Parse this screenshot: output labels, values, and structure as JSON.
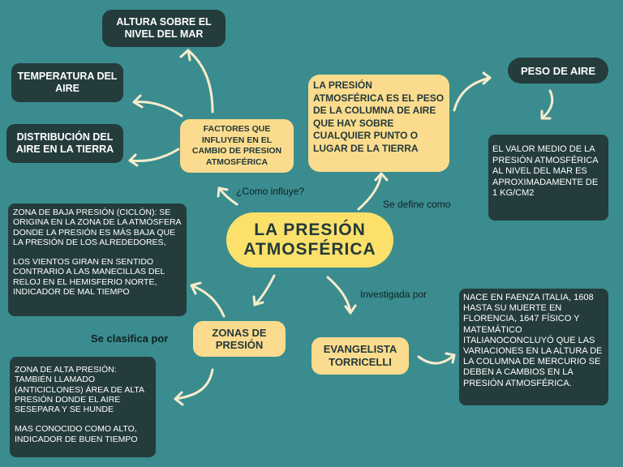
{
  "center": "LA PRESIÓN ATMOSFÉRICA",
  "factors": "FACTORES QUE INFLUYEN EN EL CAMBIO DE PRESION ATMOSFÉRICA",
  "altura": "ALTURA SOBRE EL NIVEL DEL MAR",
  "temperatura": "TEMPERATURA DEL AIRE",
  "distribucion": "DISTRIBUCIÓN DEL AIRE EN LA TIERRA",
  "definition": "LA PRESIÓN ATMOSFÉRICA ES EL PESO DE LA COLUMNA DE AIRE QUE HAY SOBRE CUALQUIER PUNTO O LUGAR DE LA TIERRA",
  "peso": "PESO DE AIRE",
  "valor_medio": "EL VALOR MEDIO DE LA PRESIÓN ATMOSFÉRICA AL NIVEL DEL MAR ES APROXIMADAMENTE DE 1 KG/CM2",
  "baja": {
    "p1": "ZONA DE BAJA PRESIÓN (CICLÓN): SE ORIGINA EN LA ZONA DE LA ATMÓSFERA DONDE LA PRESIÓN ES MÁS BAJA QUE LA PRESIÓN DE LOS ALREDEDORES,",
    "p2": "LOS VIENTOS GIRAN EN SENTIDO CONTRARIO A LAS MANECILLAS DEL RELOJ EN EL HEMISFERIO NORTE, INDICADOR DE MAL TIEMPO"
  },
  "zonas": "ZONAS DE PRESIÓN",
  "alta": {
    "p1": "ZONA DE ALTA PRESIÓN: TAMBIÉN LLAMADO (ANTICICLONES) ÁREA DE ALTA PRESIÓN DONDE EL AIRE SESEPARA Y SE HUNDE",
    "p2": "MAS CONOCIDO COMO ALTO, INDICADOR DE BUEN TIEMPO"
  },
  "torricelli": "EVANGELISTA TORRICELLI",
  "torricelli_text": "NACE EN FAENZA ITALIA, 1608 HASTA SU MUERTE EN FLORENCIA, 1647 FÍSICO Y MATEMÁTICO ITALIANOCONCLUYÓ QUE LAS VARIACIONES EN LA ALTURA DE LA COLUMNA DE MERCURIO SE DEBEN A CAMBIOS EN LA PRESIÓN ATMOSFÉRICA.",
  "labels": {
    "como_influye": "¿Como influye?",
    "se_define": "Se define como",
    "investigada": "Investigada por",
    "se_clasifica": "Se clasifica por"
  },
  "colors": {
    "background": "#3a8c8f",
    "dark_node": "#253c3d",
    "yellow_node": "#fbdc8e",
    "center_node": "#fbe06a",
    "arrow": "#f7eccb"
  }
}
